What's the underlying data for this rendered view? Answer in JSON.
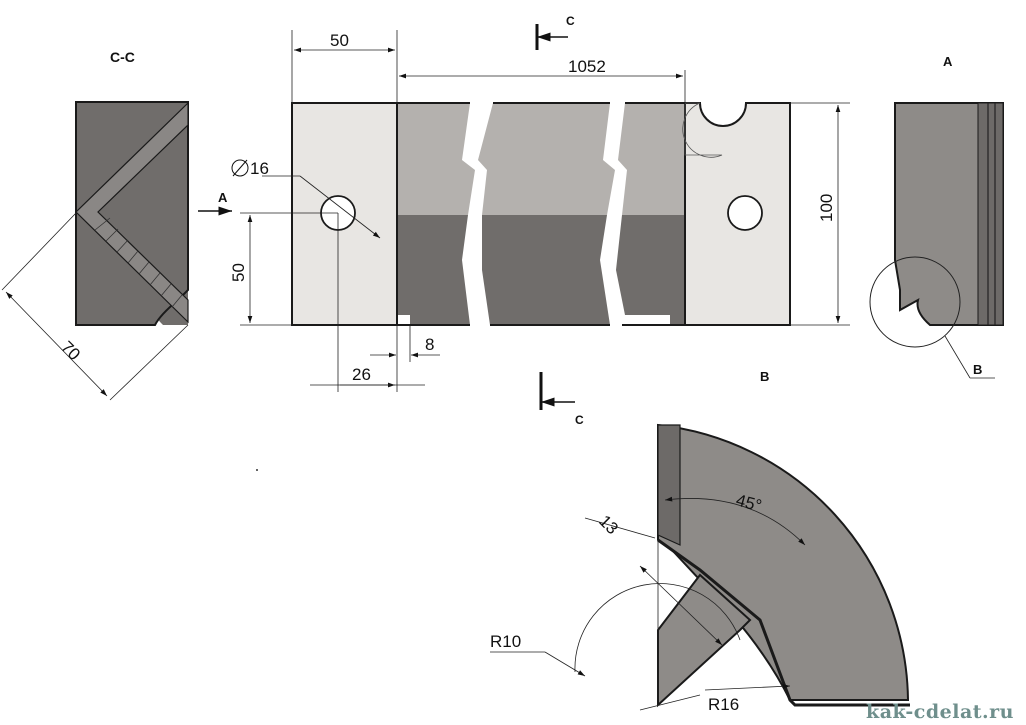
{
  "views": {
    "section_label": "C-C",
    "view_a_label": "A",
    "detail_b_label": "B",
    "cut_marker_top": "C",
    "cut_marker_bottom": "C",
    "arrow_a": "A",
    "detail_leader": "B"
  },
  "dimensions": {
    "width_end": "50",
    "length": "1052",
    "height": "100",
    "hole_height": "50",
    "hole_diameter": "16",
    "hole_offset": "26",
    "slot_width": "8",
    "section_depth": "70",
    "bevel": "13",
    "angle": "45°",
    "radius_small": "R10",
    "radius_large": "R16"
  },
  "colors": {
    "light": "#e8e6e3",
    "mid": "#b4b1ae",
    "dark": "#706d6b"
  },
  "watermark": "kak-cdelat.ru"
}
